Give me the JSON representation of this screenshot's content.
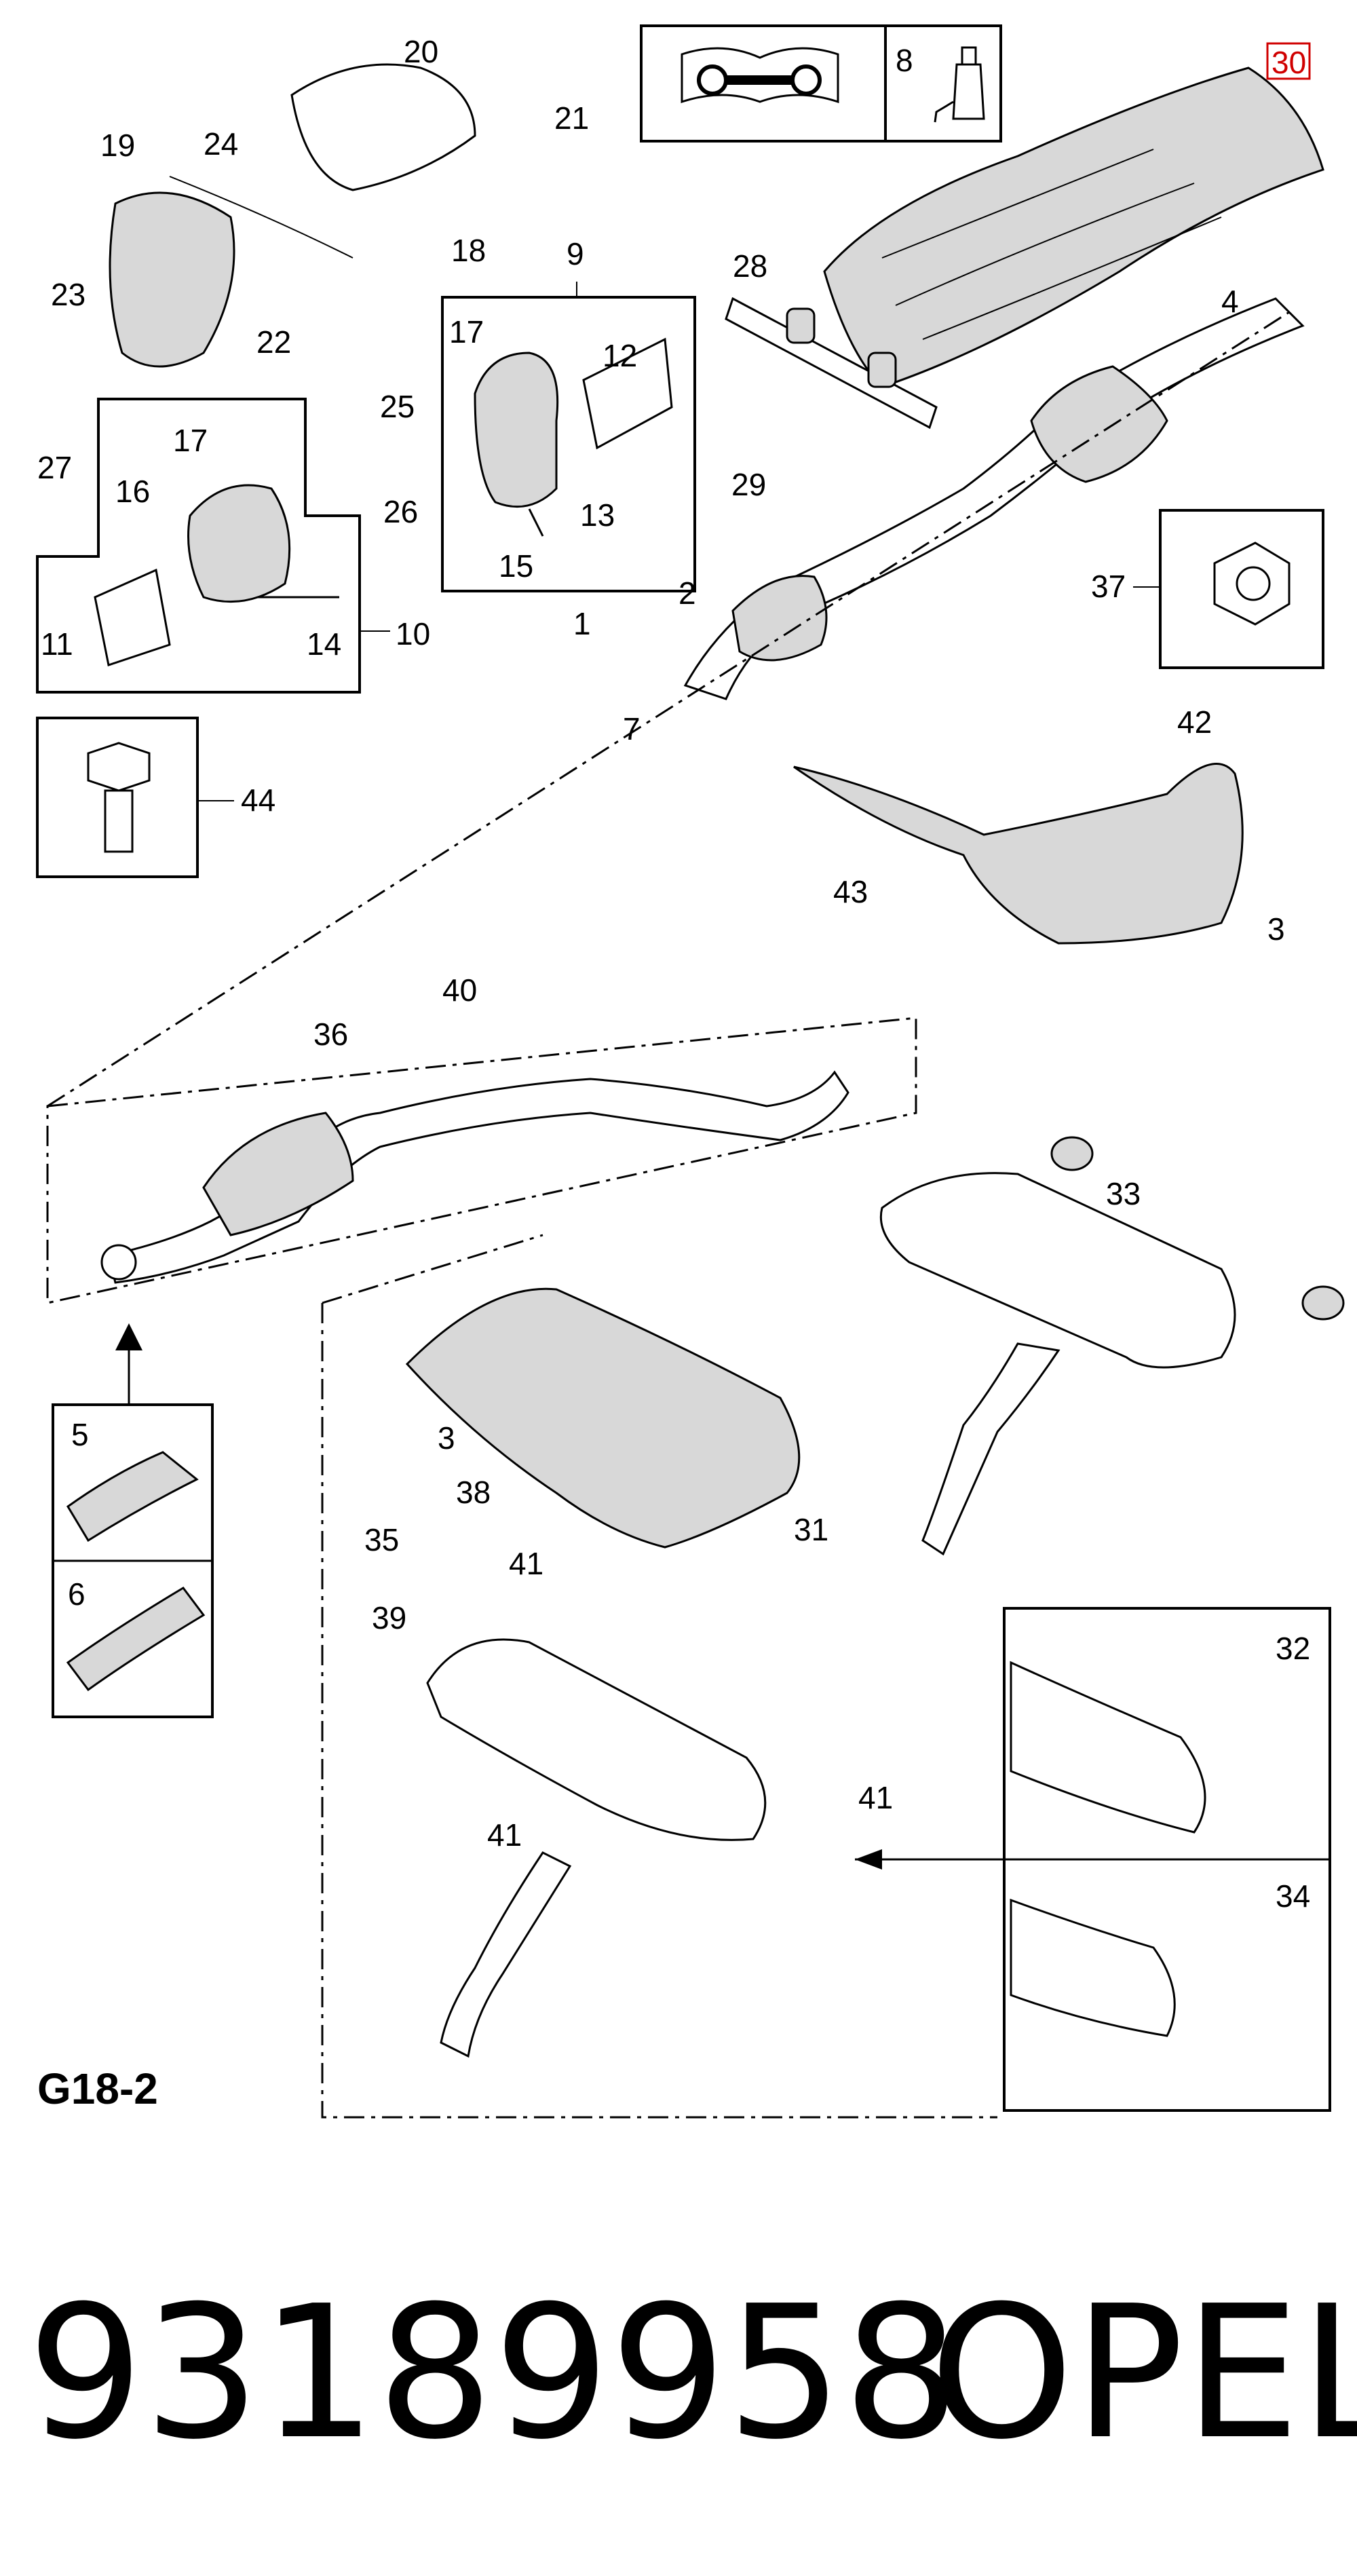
{
  "diagram": {
    "code": "G18-2",
    "part_number": "93189958",
    "brand": "OPEL",
    "highlighted_label": "30",
    "colors": {
      "line": "#000000",
      "background": "#ffffff",
      "highlight": "#d00000",
      "part_fill": "#d8d8d8"
    },
    "callouts": [
      "1",
      "2",
      "3",
      "3",
      "4",
      "5",
      "6",
      "7",
      "8",
      "9",
      "10",
      "11",
      "12",
      "13",
      "14",
      "15",
      "16",
      "17",
      "17",
      "18",
      "19",
      "20",
      "21",
      "22",
      "23",
      "24",
      "25",
      "26",
      "27",
      "28",
      "29",
      "30",
      "31",
      "32",
      "33",
      "34",
      "35",
      "36",
      "37",
      "38",
      "39",
      "40",
      "41",
      "41",
      "41",
      "42",
      "43",
      "44"
    ]
  }
}
